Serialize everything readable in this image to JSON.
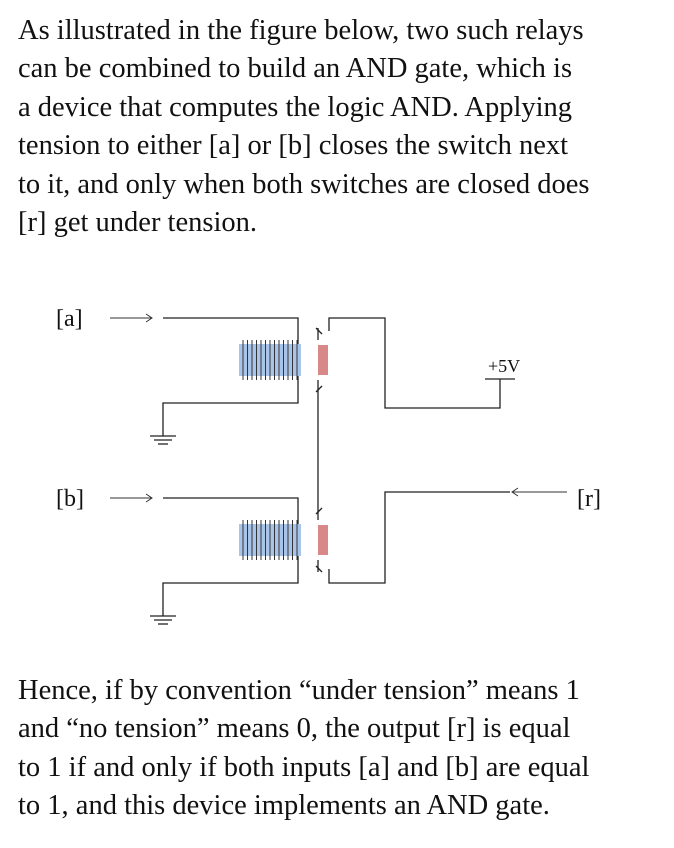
{
  "intro": {
    "lines": [
      "As illustrated in the figure below, two such relays",
      "can be combined to build an AND gate, which is",
      "a device that computes the logic AND. Applying",
      "tension to either [a] or [b] closes the switch next",
      "to it, and only when both switches are closed does",
      "[r] get under tension."
    ]
  },
  "figure": {
    "input_a_label": "[a]",
    "input_b_label": "[b]",
    "output_label": "[r]",
    "supply_label": "+5V",
    "colors": {
      "coil": "#a8c4e8",
      "contact": "#d9888a",
      "wire": "#222222"
    }
  },
  "conclusion": {
    "lines": [
      "Hence, if by convention “under tension” means 1",
      "and “no tension” means 0, the output [r] is equal",
      "to 1 if and only if both inputs [a] and [b] are equal",
      "to 1, and this device implements an AND gate."
    ]
  }
}
